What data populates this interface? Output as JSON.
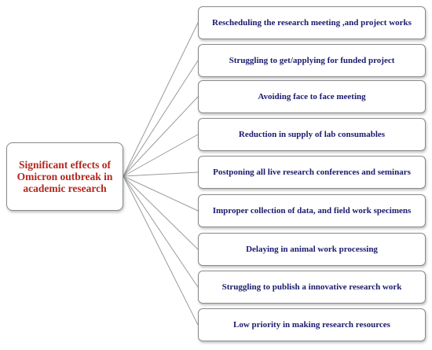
{
  "center": {
    "label": "Significant effects of Omicron outbreak in academic research"
  },
  "effects": [
    "Rescheduling the research meeting ,and project works",
    "Struggling to get/applying for funded project",
    "Avoiding face to face meeting",
    "Reduction in supply of lab consumables",
    "Postponing all live research conferences and seminars",
    "Improper collection of data, and field work specimens",
    "Delaying in animal work processing",
    "Struggling  to publish a innovative research work",
    "Low priority in making research resources"
  ],
  "colors": {
    "center_text": "#b3281e",
    "effect_text": "#1a1a6e",
    "border": "#8a8a8a",
    "connector": "#9a9a9a"
  }
}
